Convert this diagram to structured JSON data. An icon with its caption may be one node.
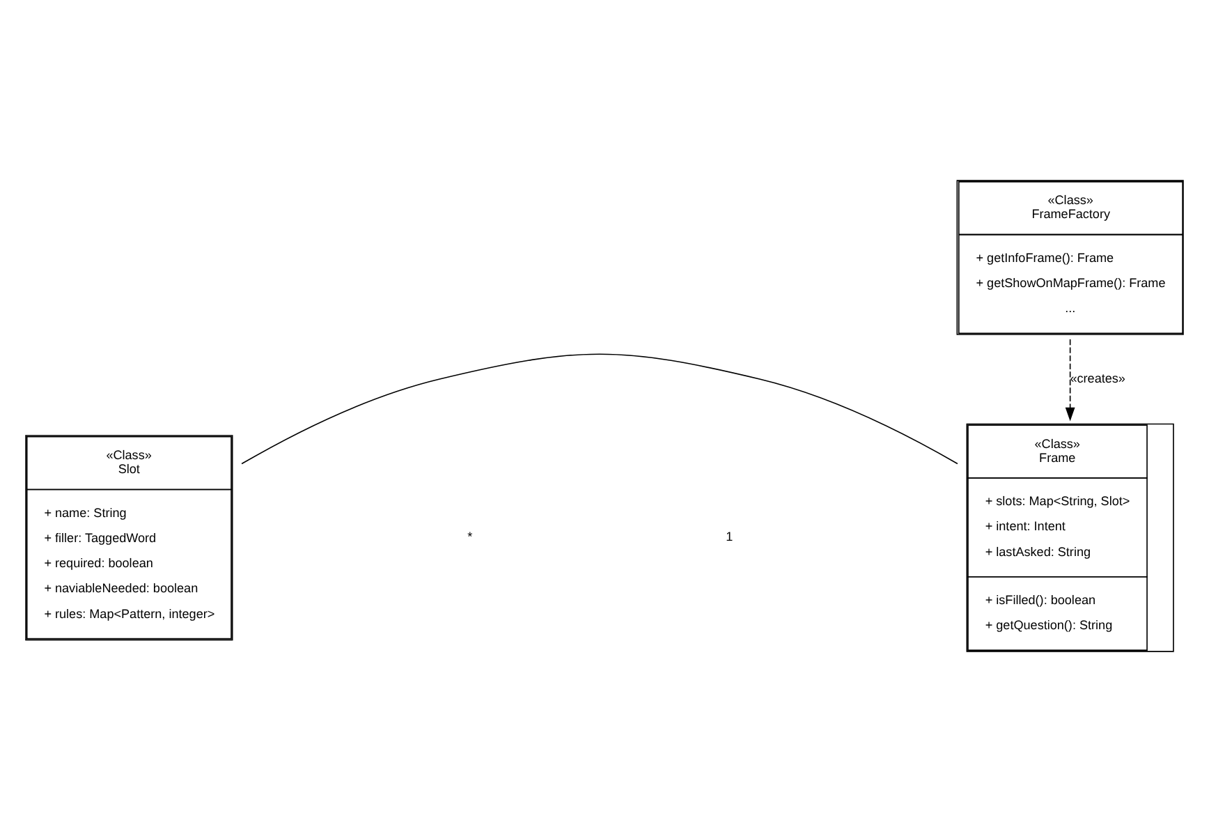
{
  "diagram": {
    "nodes": [
      {
        "text": [
          "«Class»",
          "Slot",
          "+ name: String",
          "+ filler: TaggedWord",
          "+ required: boolean",
          "+ naviableNeeded: boolean",
          "+ rules: Map<Pattern, integer>"
        ]
      },
      {
        "text": [
          "«Class»",
          "Frame",
          "+ slots: Map<String, Slot>",
          "+ intent: Intent",
          "+ lastAsked: String",
          "+ isFilled(): boolean",
          "+ getQuestion(): String"
        ]
      },
      {
        "text": [
          "«Class»",
          "FrameFactory",
          "+ getInfoFrame(): Frame",
          "+ getShowOnMapFrame(): Frame",
          "..."
        ]
      }
    ],
    "edges": [
      {
        "from": 0,
        "to": 1,
        "arrow": "none"
      },
      {
        "from": 2,
        "to": 1,
        "arrow": "to",
        "label": "«creates»",
        "style": "dashed"
      }
    ],
    "labels": [
      "*",
      "1"
    ]
  }
}
